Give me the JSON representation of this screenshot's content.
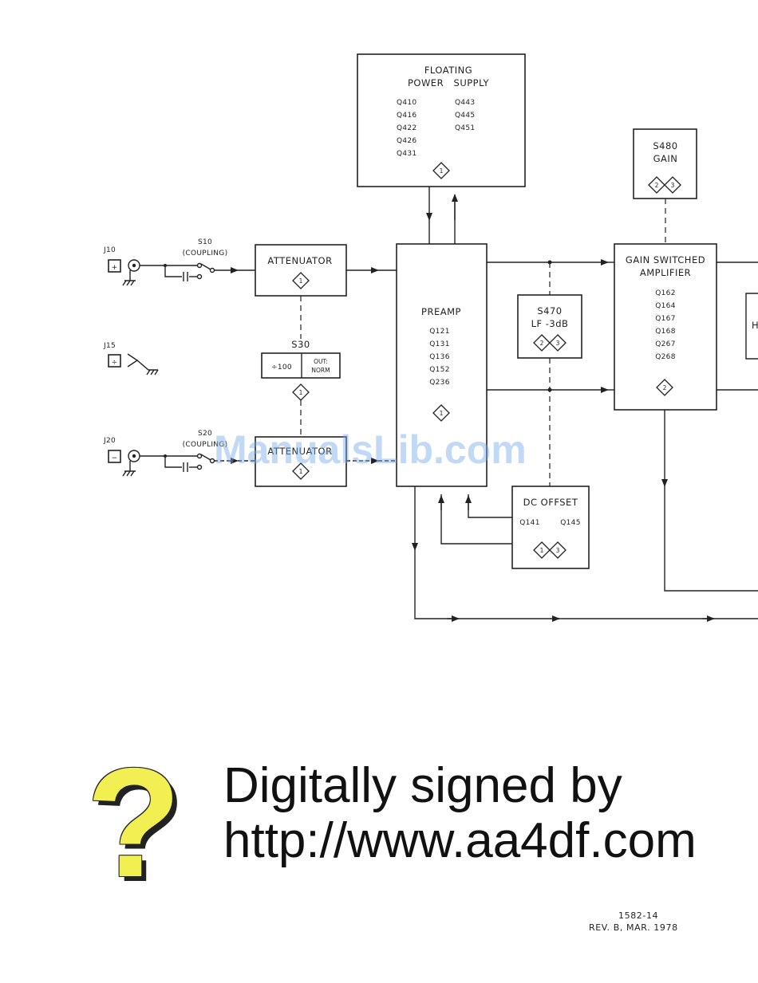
{
  "blocks": {
    "floating_power_supply": {
      "title1": "FLOATING",
      "title2": "POWER   SUPPLY",
      "parts_left": [
        "Q410",
        "Q416",
        "Q422",
        "Q426",
        "Q431"
      ],
      "parts_right": [
        "Q443",
        "Q445",
        "Q451"
      ],
      "badge": "1"
    },
    "s480_gain": {
      "line1": "S480",
      "line2": "GAIN",
      "badges": [
        "2",
        "3"
      ]
    },
    "attenuator_top": {
      "title": "ATTENUATOR",
      "badge": "1"
    },
    "preamp": {
      "title": "PREAMP",
      "parts": [
        "Q121",
        "Q131",
        "Q136",
        "Q152",
        "Q236"
      ],
      "badge": "1"
    },
    "s470": {
      "line1": "S470",
      "line2": "LF -3dB",
      "badges": [
        "2",
        "3"
      ]
    },
    "gain_switched_amplifier": {
      "title1": "GAIN SWITCHED",
      "title2": "AMPLIFIER",
      "parts": [
        "Q162",
        "Q164",
        "Q167",
        "Q168",
        "Q267",
        "Q268"
      ],
      "badge": "2"
    },
    "s30": {
      "label": "S30",
      "left": "÷100",
      "right_top": "OUT:",
      "right_bottom": "NORM",
      "badge": "1"
    },
    "attenuator_bottom": {
      "title": "ATTENUATOR",
      "badge": "1"
    },
    "dc_offset": {
      "title": "DC OFFSET",
      "parts": [
        "Q141",
        "Q145"
      ],
      "badges": [
        "1",
        "3"
      ]
    },
    "partial_right": {
      "text": "H"
    }
  },
  "connectors": {
    "j10": {
      "label": "J10",
      "sign": "+"
    },
    "j15": {
      "label": "J15",
      "sign": "÷"
    },
    "j20": {
      "label": "J20",
      "sign": "−"
    },
    "s10": {
      "line1": "S10",
      "line2": "(COUPLING)"
    },
    "s20": {
      "line1": "S20",
      "line2": "(COUPLING)"
    }
  },
  "watermark": "ManualsLib.com",
  "signature": {
    "line1": "Digitally signed by",
    "line2": "http://www.aa4df.com",
    "icon": "question-mark-icon"
  },
  "footer": {
    "line1": "1582-14",
    "line2": "REV. B, MAR. 1978"
  }
}
